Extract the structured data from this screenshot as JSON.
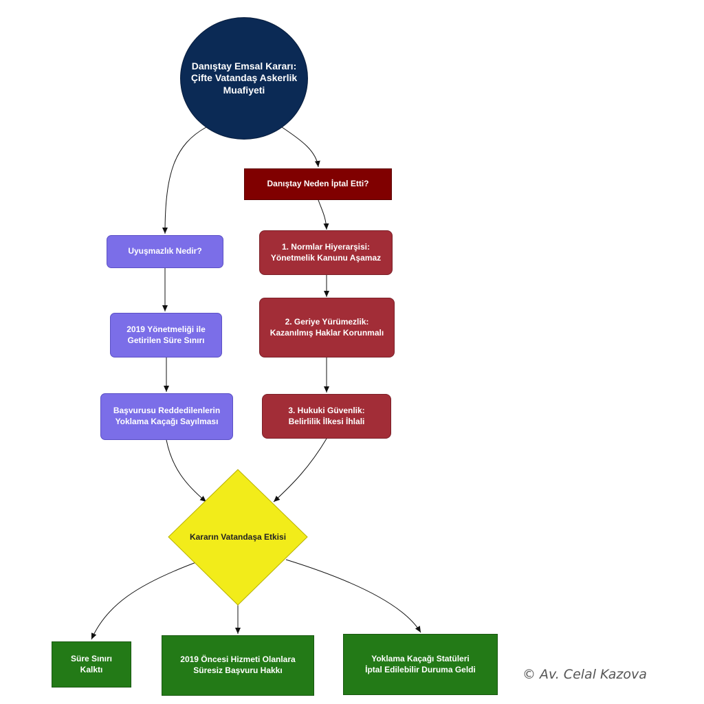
{
  "diagram": {
    "root": "Danıştay Emsal Kararı:\nÇifte Vatandaş Askerlik\nMuafiyeti",
    "why_title": "Danıştay Neden İptal Etti?",
    "reasons": [
      "1. Normlar Hiyerarşisi:\nYönetmelik Kanunu Aşamaz",
      "2. Geriye Yürümezlik:\nKazanılmış Haklar Korunmalı",
      "3. Hukuki Güvenlik:\nBelirlilik İlkesi İhlali"
    ],
    "dispute_title": "Uyuşmazlık Nedir?",
    "dispute_steps": [
      "2019 Yönetmeliği ile\nGetirilen Süre Sınırı",
      "Başvurusu Reddedilenlerin\nYoklama Kaçağı Sayılması"
    ],
    "decision": "Kararın Vatandaşa Etkisi",
    "outcomes": [
      "Süre Sınırı\nKalktı",
      "2019 Öncesi Hizmeti Olanlara\nSüresiz Başvuru Hakkı",
      "Yoklama Kaçağı Statüleri\nİptal Edilebilir Duruma Geldi"
    ],
    "credit": "© Av. Celal Kazova"
  },
  "colors": {
    "root": "#0b2a55",
    "why": "#800000",
    "reasons": "#a22d37",
    "dispute": "#7b6ee8",
    "decision": "#f2ec1a",
    "outcomes": "#237a17"
  }
}
